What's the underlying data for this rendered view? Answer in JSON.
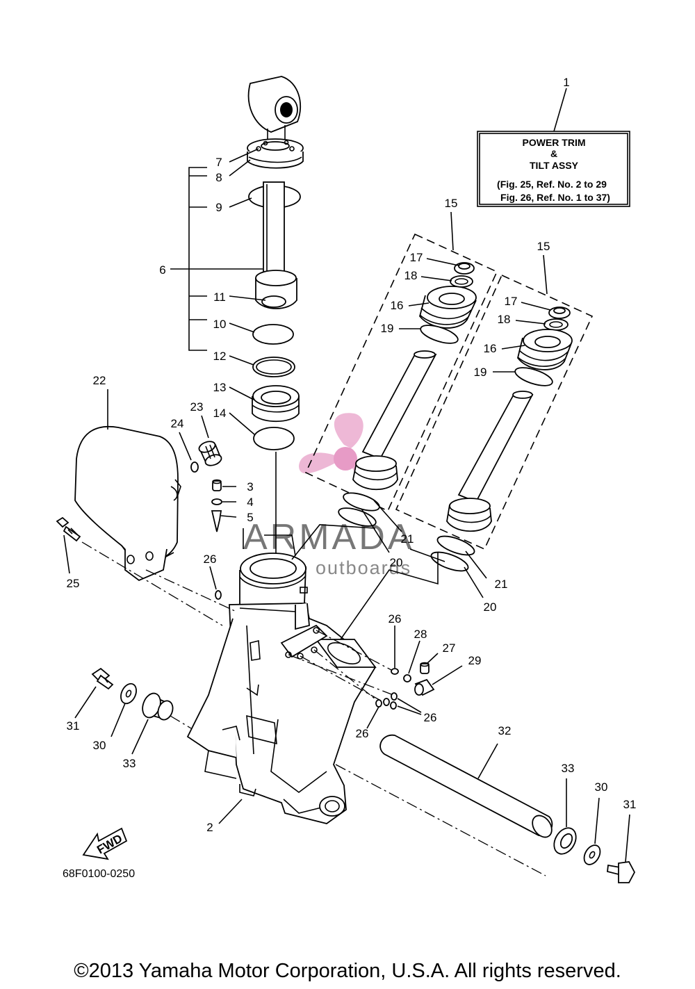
{
  "assembly_box": {
    "line1": "POWER TRIM",
    "line2": "&",
    "line3": "TILT ASSY",
    "ref1": "(Fig. 25, Ref. No. 2 to 29",
    "ref2": "Fig. 26, Ref. No. 1 to 37)"
  },
  "labels": {
    "l1": "1",
    "l2": "2",
    "l3": "3",
    "l4": "4",
    "l5": "5",
    "l6": "6",
    "l7": "7",
    "l8": "8",
    "l9": "9",
    "l10": "10",
    "l11": "11",
    "l12": "12",
    "l13": "13",
    "l14": "14",
    "l15a": "15",
    "l15b": "15",
    "l16a": "16",
    "l16b": "16",
    "l17a": "17",
    "l17b": "17",
    "l18a": "18",
    "l18b": "18",
    "l19a": "19",
    "l19b": "19",
    "l20a": "20",
    "l20b": "20",
    "l21a": "21",
    "l21b": "21",
    "l22": "22",
    "l23": "23",
    "l24": "24",
    "l25": "25",
    "l26a": "26",
    "l26b": "26",
    "l26c": "26",
    "l26d": "26",
    "l27": "27",
    "l28": "28",
    "l29": "29",
    "l30a": "30",
    "l30b": "30",
    "l31a": "31",
    "l31b": "31",
    "l32": "32",
    "l33a": "33",
    "l33b": "33"
  },
  "fwd_label": "FWD",
  "diagram_code": "68F0100-0250",
  "watermark": {
    "brand": "ARMADA",
    "tagline": "marine outboards"
  },
  "copyright": "©2013 Yamaha Motor Corporation, U.S.A. All rights reserved.",
  "colors": {
    "line": "#000000",
    "watermark_pink": "#e8a0c8",
    "watermark_gray": "#777777",
    "background": "#ffffff"
  }
}
